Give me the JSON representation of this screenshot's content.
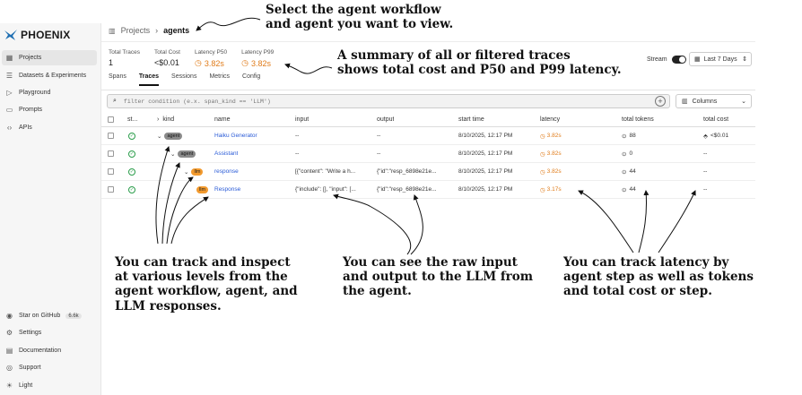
{
  "app": {
    "name": "PHOENIX"
  },
  "sidebar": {
    "items": [
      {
        "label": "Projects",
        "icon": "grid-icon"
      },
      {
        "label": "Datasets & Experiments",
        "icon": "database-icon"
      },
      {
        "label": "Playground",
        "icon": "play-icon"
      },
      {
        "label": "Prompts",
        "icon": "message-icon"
      },
      {
        "label": "APIs",
        "icon": "code-icon"
      }
    ],
    "bottom": [
      {
        "label": "Star on GitHub",
        "badge": "6.6k",
        "icon": "github-icon"
      },
      {
        "label": "Settings",
        "icon": "gear-icon"
      },
      {
        "label": "Documentation",
        "icon": "book-icon"
      },
      {
        "label": "Support",
        "icon": "support-icon"
      },
      {
        "label": "Light",
        "icon": "sun-icon"
      }
    ]
  },
  "breadcrumb": {
    "root": "Projects",
    "separator": "›",
    "current": "agents"
  },
  "stats": [
    {
      "label": "Total Traces",
      "value": "1"
    },
    {
      "label": "Total Cost",
      "value": "<$0.01"
    },
    {
      "label": "Latency P50",
      "value": "3.82s"
    },
    {
      "label": "Latency P99",
      "value": "3.82s"
    }
  ],
  "stream_label": "Stream",
  "date_range": "Last 7 Days",
  "tabs": [
    "Spans",
    "Traces",
    "Sessions",
    "Metrics",
    "Config"
  ],
  "active_tab": "Traces",
  "filter": {
    "placeholder": "filter condition (e.x. span_kind == 'LLM')"
  },
  "columns_label": "Columns",
  "table": {
    "headers": [
      "st...",
      "kind",
      "name",
      "input",
      "output",
      "start time",
      "latency",
      "total tokens",
      "total cost"
    ],
    "rows": [
      {
        "kind": "agent",
        "name": "Haiku Generator",
        "input": "--",
        "output": "--",
        "start": "8/10/2025, 12:17 PM",
        "latency": "3.82s",
        "tokens": "88",
        "cost": "<$0.01"
      },
      {
        "kind": "agent",
        "name": "Assistant",
        "input": "--",
        "output": "--",
        "start": "8/10/2025, 12:17 PM",
        "latency": "3.82s",
        "tokens": "0",
        "cost": "--"
      },
      {
        "kind": "llm",
        "name": "response",
        "input": "[{\"content\": \"Write a h...",
        "output": "{\"id\":\"resp_6898e21e...",
        "start": "8/10/2025, 12:17 PM",
        "latency": "3.82s",
        "tokens": "44",
        "cost": "--"
      },
      {
        "kind": "llm",
        "name": "Response",
        "input": "{\"include\": [], \"input\": [...",
        "output": "{\"id\":\"resp_6898e21e...",
        "start": "8/10/2025, 12:17 PM",
        "latency": "3.17s",
        "tokens": "44",
        "cost": "--"
      }
    ]
  },
  "annotations": {
    "top": [
      "Select the agent workflow",
      "and agent you want to view."
    ],
    "summary": [
      "A summary of all or filtered traces",
      "shows total cost and P50 and P99 latency."
    ],
    "levels": [
      "You can track and inspect",
      "at various levels from the",
      "agent workflow, agent, and",
      "LLM responses."
    ],
    "raw": [
      "You can see the raw input",
      "and output to the LLM from",
      "the agent."
    ],
    "latency": [
      "You can track latency by",
      "agent step as well as tokens",
      "and total cost or step."
    ]
  },
  "colors": {
    "accent_orange": "#e07c1a",
    "link_blue": "#2a5bd7",
    "status_green": "#2a9d4a"
  }
}
